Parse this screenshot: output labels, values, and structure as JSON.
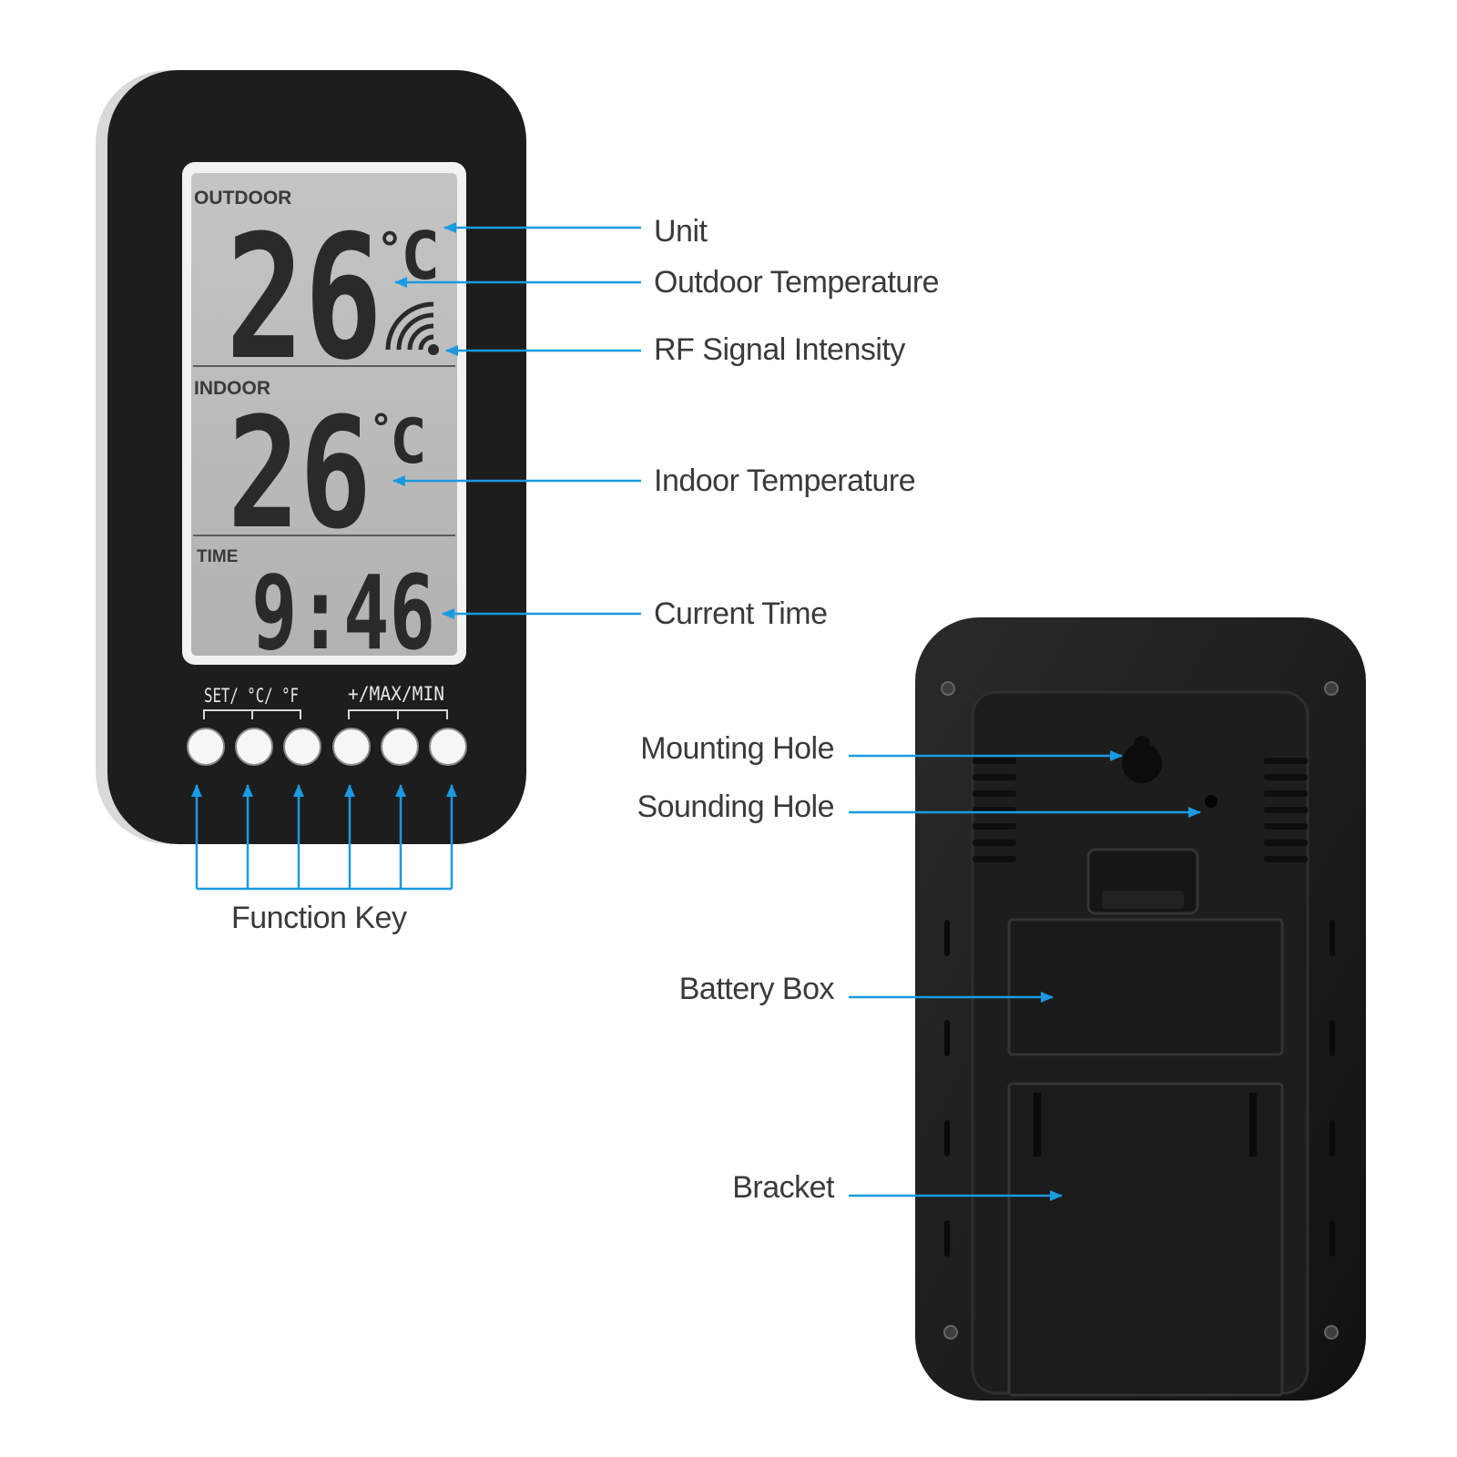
{
  "display": {
    "outdoor_label": "OUTDOOR",
    "outdoor_temp": "26",
    "indoor_label": "INDOOR",
    "indoor_temp": "26",
    "unit_degree": "°",
    "unit_letter": "C",
    "time_label": "TIME",
    "time_value": "9:46"
  },
  "keys": {
    "left_group": "SET/ °C/ °F",
    "right_group": "+/MAX/MIN"
  },
  "callouts": {
    "unit": "Unit",
    "outdoor_temperature": "Outdoor Temperature",
    "rf_signal": "RF Signal Intensity",
    "indoor_temperature": "Indoor Temperature",
    "current_time": "Current Time",
    "function_key": "Function Key",
    "mounting_hole": "Mounting Hole",
    "sounding_hole": "Sounding Hole",
    "battery_box": "Battery Box",
    "bracket": "Bracket"
  },
  "colors": {
    "arrow": "#1a9ae0",
    "body": "#1c1c1c",
    "lcd": "#b9b9b9",
    "digit": "#2a2a2a"
  }
}
